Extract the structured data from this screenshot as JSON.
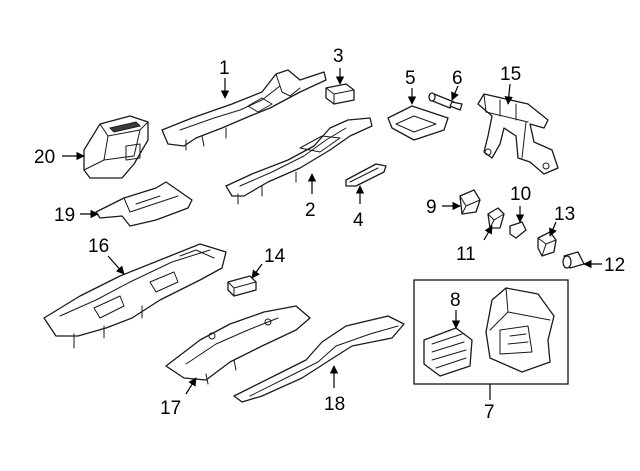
{
  "diagram": {
    "callouts": [
      "1",
      "2",
      "3",
      "4",
      "5",
      "6",
      "7",
      "8",
      "9",
      "10",
      "11",
      "12",
      "13",
      "14",
      "15",
      "16",
      "17",
      "18",
      "19",
      "20"
    ]
  },
  "colors": {
    "line": "#1a1a1a",
    "background": "#ffffff"
  }
}
